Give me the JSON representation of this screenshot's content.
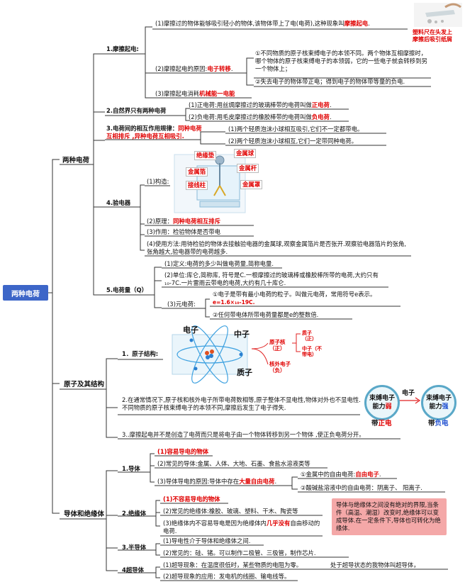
{
  "root": "两种电荷",
  "s1": {
    "title": "两种电荷",
    "friction": {
      "title": "1.摩擦起电:",
      "i1_pre": "(1)摩擦过的物体能够吸引轻小的物体,该物体带上了电(电荷),这种现象叫",
      "i1_red": "摩擦起电",
      "i1_post": ".",
      "photo_caption_1": "塑料尺在头发上",
      "photo_caption_2": "摩擦后吸引纸屑",
      "i2_pre": "(2)摩擦起电的原因:",
      "i2_red": "电子转移",
      "i2_post": ".",
      "r1": "①不同物质的原子核束缚电子的本领不同。两个物体互相摩擦时，哪个物体的原子核束缚电子的本领弱，它的一些电子就会转移到另一个物体上；",
      "r2": "②失去电子的物体带正电；得到电子的物体带等量的负电.",
      "i3_pre": "(3)摩擦起电消耗",
      "i3_red": "机械能一电能"
    },
    "nature": {
      "title": "2.自然界只有两种电荷",
      "p1_pre": "(1)正电荷:用丝绸摩擦过的玻璃棒带的电荷叫做",
      "p1_red": "正电荷",
      "p1_post": ".",
      "p2_pre": "(2)负电荷:用毛皮摩擦过的橡胶棒带的电荷叫做",
      "p2_red": "负电荷",
      "p2_post": "."
    },
    "interaction": {
      "t_pre": "3.电荷间的相互作用规律：",
      "t_red1": "同种电荷",
      "t_red2": "互相排斥 ,异种电荷互相吸引.",
      "a1": "(1)两个轻质泡沫小球相互吸引,它们不一定都带电。",
      "a2": "(2)两个轻质泡沫小球相互,它们一定带同种电荷。"
    },
    "electroscope": {
      "title": "4.验电器",
      "structure": "(1)构造:",
      "parts": [
        "绝缘垫",
        "金属球",
        "金属箔",
        "金属杆",
        "接线柱",
        "金属罩"
      ],
      "principle_pre": "(2)原理：",
      "principle_red": "同种电荷相互排斥",
      "use": "(3)作用：检验物体是否带电",
      "method": "(4)使用方法:用待检验的物体去接触验电器的金属球,观察金属箔片是否张开.观察验电器箔片的张角,张角越大,验电器带的电荷越多."
    },
    "quantity": {
      "title": "5.电荷量（Q）",
      "d1": "(1)定义:电荷的多少叫做电荷量,简称电量.",
      "d2": "(2)单位:库仑,简称库, 符号是C.一根摩擦过的玻璃棒或橡胶棒所带的电荷,大约只有₁₀-7C.一片雷雨云带电的电荷,大约有几十库仑.",
      "d3": "(3)元电荷:",
      "e1": "①电子是带有最小电荷的粒子。叫做元电荷，常用符号e表示。",
      "e1_formula": "e=1.6×₁₀-19C.",
      "e2": "②任何带电体所带电荷量都是e的整数倍."
    }
  },
  "s2": {
    "title": "原子及其结构",
    "atom": {
      "title": "1．原子结构:",
      "electron": "电子",
      "neutron": "中子",
      "proton": "质子",
      "nucleus": "原子核（正）",
      "extra_electron": "核外电子（负）",
      "proton_small": "质子（正）",
      "neutron_small": "中子（不带电）"
    },
    "p2": "2.在通常情况下,原子核和核外电子所带电荷数相等,原子整体不显电性,物体对外也不显电性.不同物质的原子核束缚电子的本领不同,摩擦后发生了电子得失.",
    "weak": {
      "l1": "束缚电子",
      "l2_pre": "能力",
      "l2_red": "弱",
      "label_pre": "带",
      "label_red": "正电"
    },
    "strong": {
      "l1": "束缚电子",
      "l2_pre": "能力",
      "l2_blue": "强",
      "label_pre": "带",
      "label_blue": "负电"
    },
    "arrow_label": "电子",
    "p3": "3..摩擦起电并不是创造了电荷而只是将电子由一个物体转移到另一个物体 ,使正负电荷分开。"
  },
  "s3": {
    "title": "导体和绝缘体",
    "conductor": {
      "title": "1.导体",
      "c1": "(1)容易导电的物体",
      "c2": "(2)常见的导体:金属、人体、大地、石墨、食盐水溶液类等",
      "c3_pre": "(3)导体导电的原因:导体中存在",
      "c3_red": "大量自由电荷",
      "c3_post": ".",
      "m1_pre": "①金属中的自由电荷:",
      "m1_red": "自由电子",
      "m1_post": ".",
      "m2": "②酸碱盐溶液中的自由电荷：阴离子、 阳离子."
    },
    "insulator": {
      "title": "2.绝缘体",
      "i1": "(1)不容易导电的物体",
      "i2": "(2)常见的绝缘体:橡胶、玻璃、塑料、干木、陶瓷等",
      "i3_pre": "(3)绝缘体内不容易导电是因为绝缘体内",
      "i3_red": "几乎没有",
      "i3_post": "自由移动的电荷.",
      "note": "导体与绝缘体之间没有绝对的界限,当条件（高温、潮湿）改变时,绝缘体可以变成导体.在一定条件下,导体也可转化为绝缘体."
    },
    "semiconductor": {
      "title": "3.半导体",
      "s1": "(1)导电性介于导体和绝缘体之间.",
      "s2": "(2)常见的：硅、锗。可以制作二极管、三极管，制作芯片."
    },
    "superconductor": {
      "title": "4超导体",
      "s1": "(1)超导现象：在温度很低时，某些物质的电阻为零。",
      "s1_right": "处于超导状态的我物体叫超导体，",
      "s2": "(2)超导现象的应用：发电机的线圈、输电线等。"
    }
  },
  "colors": {
    "root_bg": "#3d66c8",
    "line": "#333333",
    "red": "#e00000",
    "blue": "#1f4fd0",
    "note_bg": "#f4a8a8"
  }
}
